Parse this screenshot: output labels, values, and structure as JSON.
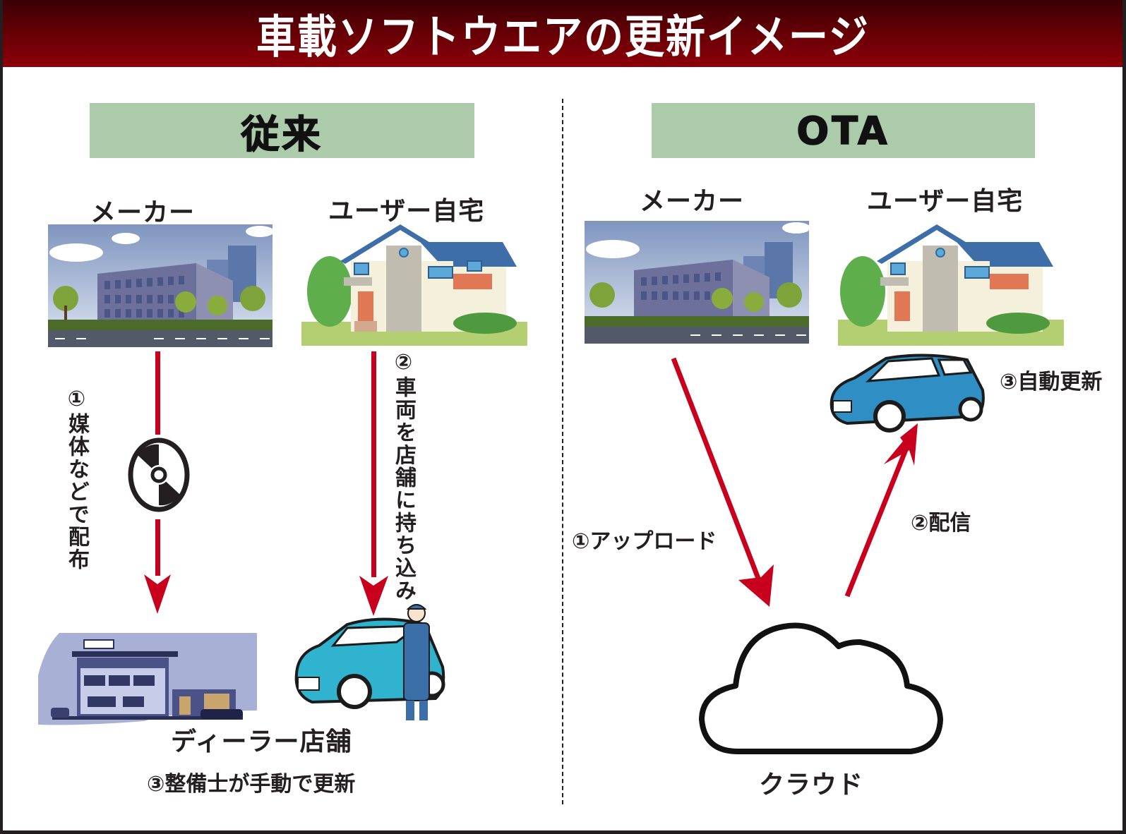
{
  "title": "車載ソフトウエアの更新イメージ",
  "colors": {
    "title_bar": "#7a0008",
    "banner": "#abcbab",
    "arrow": "#c8001e",
    "car_blue": "#2f8fc4",
    "car_teal": "#2fb3cf"
  },
  "traditional": {
    "heading": "従来",
    "maker_label": "メーカー",
    "home_label": "ユーザー自宅",
    "step1": "①媒体などで配布",
    "step2": "②車両を店舗に持ち込み",
    "dealer_label": "ディーラー店舗",
    "step3": "③整備士が手動で更新",
    "icons": [
      "factory-building",
      "house",
      "cd-disc",
      "dealer-showroom",
      "car-with-mechanic"
    ]
  },
  "ota": {
    "heading": "OTA",
    "maker_label": "メーカー",
    "home_label": "ユーザー自宅",
    "step1": "①アップロード",
    "step2": "②配信",
    "step3": "③自動更新",
    "cloud_label": "クラウド",
    "icons": [
      "factory-building",
      "house",
      "car",
      "cloud"
    ]
  }
}
